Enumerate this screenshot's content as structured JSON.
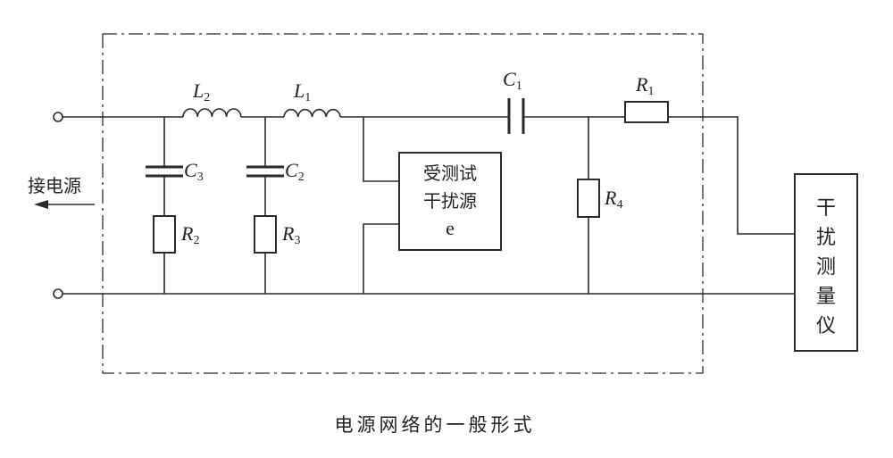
{
  "caption": "电源网络的一般形式",
  "power_label": "接电源",
  "inductors": {
    "L2": {
      "letter": "L",
      "sub": "2"
    },
    "L1": {
      "letter": "L",
      "sub": "1"
    }
  },
  "capacitors": {
    "C3": {
      "letter": "C",
      "sub": "3"
    },
    "C2": {
      "letter": "C",
      "sub": "2"
    },
    "C1": {
      "letter": "C",
      "sub": "1"
    }
  },
  "resistors": {
    "R2": {
      "letter": "R",
      "sub": "2"
    },
    "R3": {
      "letter": "R",
      "sub": "3"
    },
    "R4": {
      "letter": "R",
      "sub": "4"
    },
    "R1": {
      "letter": "R",
      "sub": "1"
    }
  },
  "source_box": {
    "lines": [
      "受测试",
      "干扰源",
      "e"
    ]
  },
  "meter_box": {
    "chars": [
      "干",
      "扰",
      "测",
      "量",
      "仪"
    ]
  }
}
